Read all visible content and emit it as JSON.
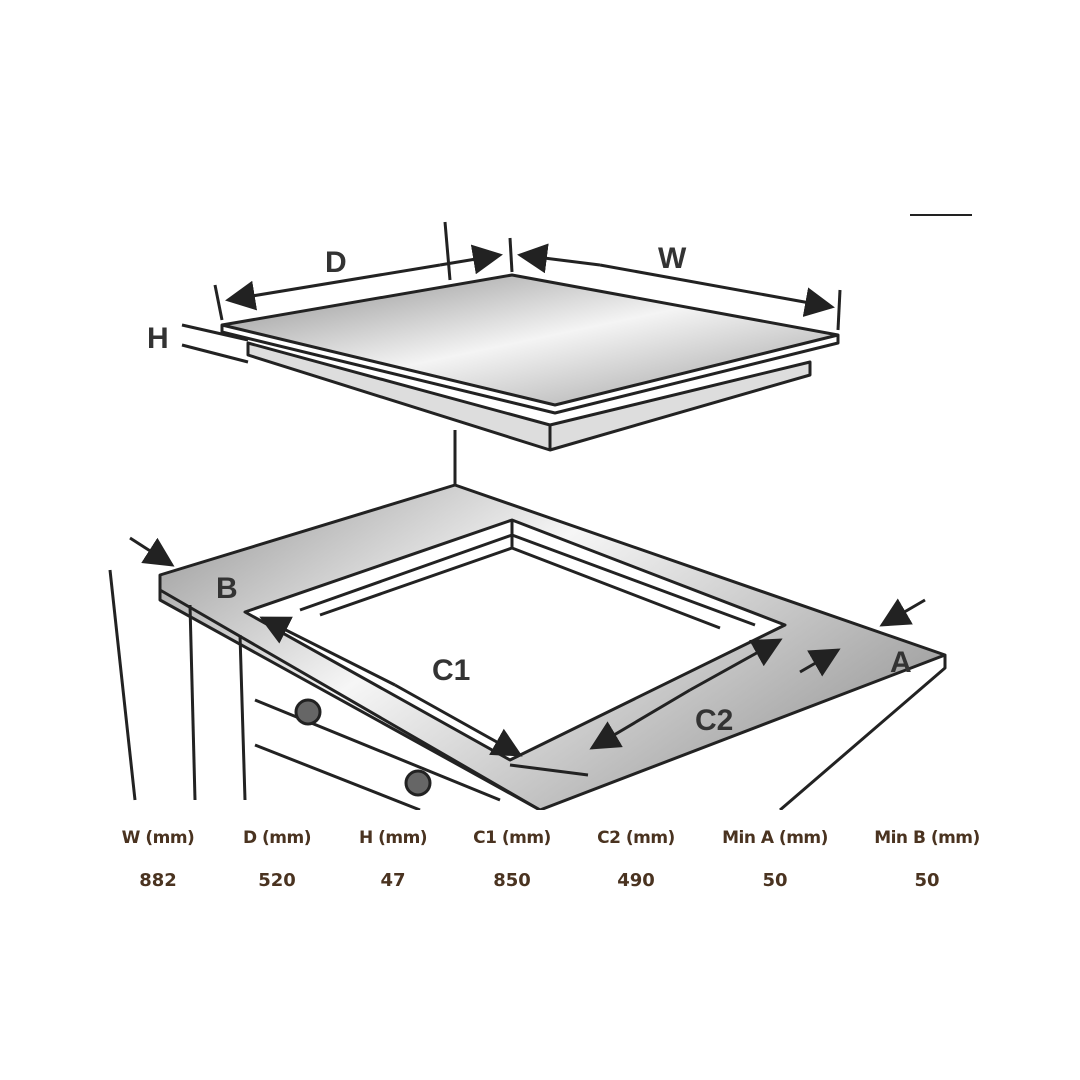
{
  "diagram_labels": {
    "D": "D",
    "W": "W",
    "H": "H",
    "B": "B",
    "C1": "C1",
    "C2": "C2",
    "A": "A"
  },
  "specs": [
    {
      "header": "W (mm)",
      "value": "882"
    },
    {
      "header": "D (mm)",
      "value": "520"
    },
    {
      "header": "H (mm)",
      "value": "47"
    },
    {
      "header": "C1 (mm)",
      "value": "850"
    },
    {
      "header": "C2 (mm)",
      "value": "490"
    },
    {
      "header": "Min A (mm)",
      "value": "50"
    },
    {
      "header": "Min B (mm)",
      "value": "50"
    }
  ]
}
